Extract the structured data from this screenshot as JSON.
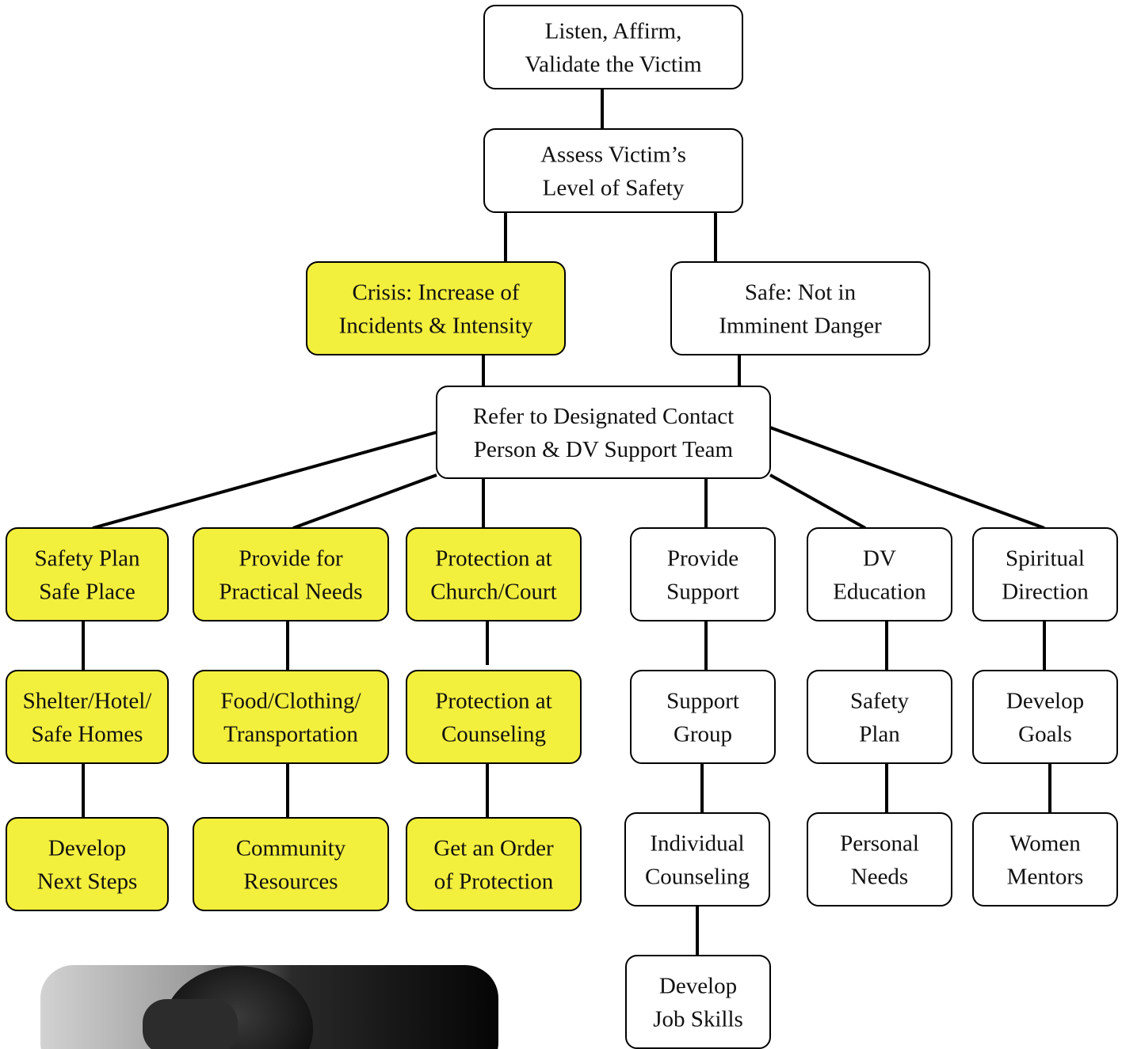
{
  "colors": {
    "crisis_fill": "#f3ef3d",
    "default_fill": "#ffffff",
    "stroke": "#000000",
    "text": "#111111"
  },
  "nodes": {
    "listen": {
      "lines": [
        "Listen, Affirm,",
        "Validate the Victim"
      ],
      "highlight": false
    },
    "assess": {
      "lines": [
        "Assess Victim’s",
        "Level of Safety"
      ],
      "highlight": false
    },
    "crisis": {
      "lines": [
        "Crisis: Increase of",
        "Incidents & Intensity"
      ],
      "highlight": true
    },
    "safe": {
      "lines": [
        "Safe: Not in",
        "Imminent Danger"
      ],
      "highlight": false
    },
    "refer": {
      "lines": [
        "Refer to Designated Contact",
        "Person & DV Support Team"
      ],
      "highlight": false
    },
    "safety_plan_place": {
      "lines": [
        "Safety Plan",
        "Safe Place"
      ],
      "highlight": true
    },
    "practical_needs": {
      "lines": [
        "Provide for",
        "Practical Needs"
      ],
      "highlight": true
    },
    "protection_church": {
      "lines": [
        "Protection at",
        "Church/Court"
      ],
      "highlight": true
    },
    "provide_support": {
      "lines": [
        "Provide",
        "Support"
      ],
      "highlight": false
    },
    "dv_education": {
      "lines": [
        "DV",
        "Education"
      ],
      "highlight": false
    },
    "spiritual_direction": {
      "lines": [
        "Spiritual",
        "Direction"
      ],
      "highlight": false
    },
    "shelter": {
      "lines": [
        "Shelter/Hotel/",
        "Safe Homes"
      ],
      "highlight": true
    },
    "food": {
      "lines": [
        "Food/Clothing/",
        "Transportation"
      ],
      "highlight": true
    },
    "protection_counseling": {
      "lines": [
        "Protection at",
        "Counseling"
      ],
      "highlight": true
    },
    "support_group": {
      "lines": [
        "Support",
        "Group"
      ],
      "highlight": false
    },
    "safety_plan": {
      "lines": [
        "Safety",
        "Plan"
      ],
      "highlight": false
    },
    "develop_goals": {
      "lines": [
        "Develop",
        "Goals"
      ],
      "highlight": false
    },
    "next_steps": {
      "lines": [
        "Develop",
        "Next Steps"
      ],
      "highlight": true
    },
    "community": {
      "lines": [
        "Community",
        "Resources"
      ],
      "highlight": true
    },
    "order_protection": {
      "lines": [
        "Get an Order",
        "of Protection"
      ],
      "highlight": true
    },
    "individual_counseling": {
      "lines": [
        "Individual",
        "Counseling"
      ],
      "highlight": false
    },
    "personal_needs": {
      "lines": [
        "Personal",
        "Needs"
      ],
      "highlight": false
    },
    "women_mentors": {
      "lines": [
        "Women",
        "Mentors"
      ],
      "highlight": false
    },
    "job_skills": {
      "lines": [
        "Develop",
        "Job Skills"
      ],
      "highlight": false
    }
  },
  "edges": [
    [
      "listen",
      "assess"
    ],
    [
      "assess",
      "crisis"
    ],
    [
      "assess",
      "safe"
    ],
    [
      "crisis",
      "refer"
    ],
    [
      "safe",
      "refer"
    ],
    [
      "refer",
      "safety_plan_place"
    ],
    [
      "refer",
      "practical_needs"
    ],
    [
      "refer",
      "protection_church"
    ],
    [
      "refer",
      "provide_support"
    ],
    [
      "refer",
      "dv_education"
    ],
    [
      "refer",
      "spiritual_direction"
    ],
    [
      "safety_plan_place",
      "shelter"
    ],
    [
      "shelter",
      "next_steps"
    ],
    [
      "practical_needs",
      "food"
    ],
    [
      "food",
      "community"
    ],
    [
      "protection_church",
      "protection_counseling"
    ],
    [
      "protection_counseling",
      "order_protection"
    ],
    [
      "provide_support",
      "support_group"
    ],
    [
      "support_group",
      "individual_counseling"
    ],
    [
      "individual_counseling",
      "job_skills"
    ],
    [
      "dv_education",
      "safety_plan"
    ],
    [
      "safety_plan",
      "personal_needs"
    ],
    [
      "spiritual_direction",
      "develop_goals"
    ],
    [
      "develop_goals",
      "women_mentors"
    ]
  ]
}
